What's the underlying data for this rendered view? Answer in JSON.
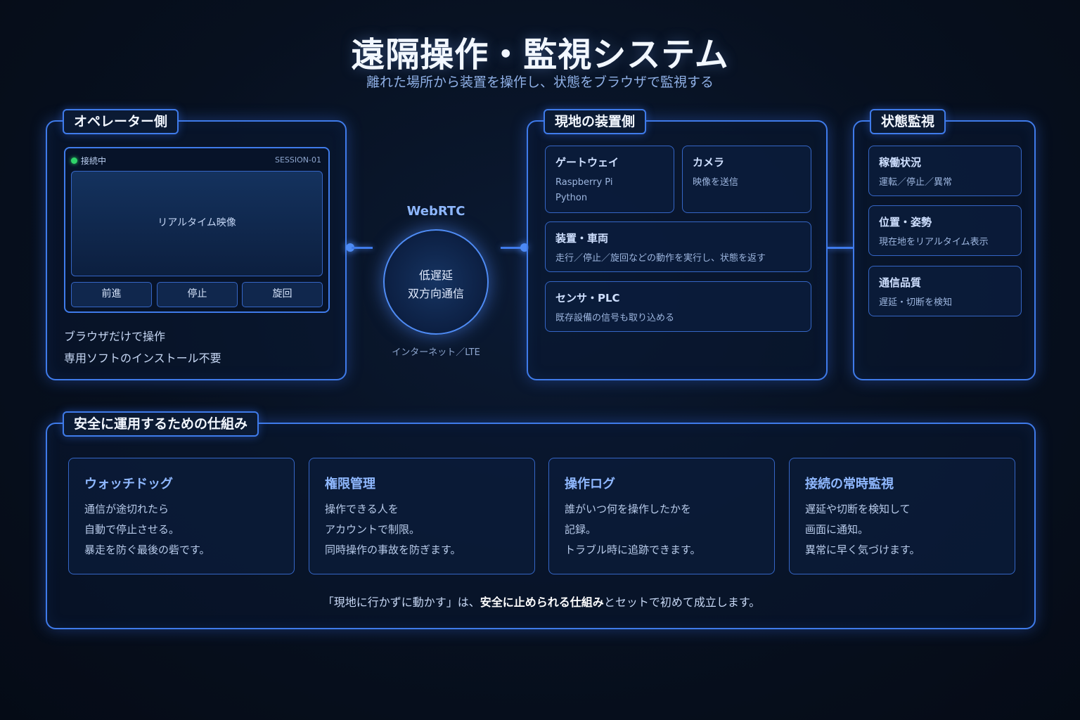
{
  "header": {
    "title": "遠隔操作・監視システム",
    "subtitle": "離れた場所から装置を操作し、状態をブラウザで監視する"
  },
  "operator": {
    "tag": "オペレーター側",
    "status": "接続中",
    "session": "SESSION-01",
    "video": "リアルタイム映像",
    "controls": [
      "前進",
      "停止",
      "旋回"
    ],
    "notes": [
      "ブラウザだけで操作",
      "専用ソフトのインストール不要"
    ]
  },
  "link": {
    "protocol": "WebRTC",
    "lines": [
      "低遅延",
      "双方向通信"
    ],
    "network": "インターネット／LTE"
  },
  "site": {
    "tag": "現地の装置側",
    "cards": [
      {
        "title": "ゲートウェイ",
        "lines": [
          "Raspberry Pi",
          "Python"
        ]
      },
      {
        "title": "カメラ",
        "lines": [
          "映像を送信"
        ]
      },
      {
        "title": "装置・車両",
        "lines": [
          "走行／停止／旋回などの動作を実行し、状態を返す"
        ]
      },
      {
        "title": "センサ・PLC",
        "lines": [
          "既存設備の信号も取り込める"
        ]
      }
    ]
  },
  "monitor": {
    "tag": "状態監視",
    "cards": [
      {
        "title": "稼働状況",
        "lines": [
          "運転／停止／異常"
        ]
      },
      {
        "title": "位置・姿勢",
        "lines": [
          "現在地をリアルタイム表示"
        ]
      },
      {
        "title": "通信品質",
        "lines": [
          "遅延・切断を検知"
        ]
      }
    ]
  },
  "safety": {
    "tag": "安全に運用するための仕組み",
    "cards": [
      {
        "title": "ウォッチドッグ",
        "lines": [
          "通信が途切れたら",
          "自動で停止させる。",
          "暴走を防ぐ最後の砦です。"
        ]
      },
      {
        "title": "権限管理",
        "lines": [
          "操作できる人を",
          "アカウントで制限。",
          "同時操作の事故を防ぎます。"
        ]
      },
      {
        "title": "操作ログ",
        "lines": [
          "誰がいつ何を操作したかを",
          "記録。",
          "トラブル時に追跡できます。"
        ]
      },
      {
        "title": "接続の常時監視",
        "lines": [
          "遅延や切断を検知して",
          "画面に通知。",
          "異常に早く気づけます。"
        ]
      }
    ],
    "footer_pre": "「現地に行かずに動かす」は、",
    "footer_bold": "安全に止められる仕組み",
    "footer_post": "とセットで初めて成立します。"
  }
}
